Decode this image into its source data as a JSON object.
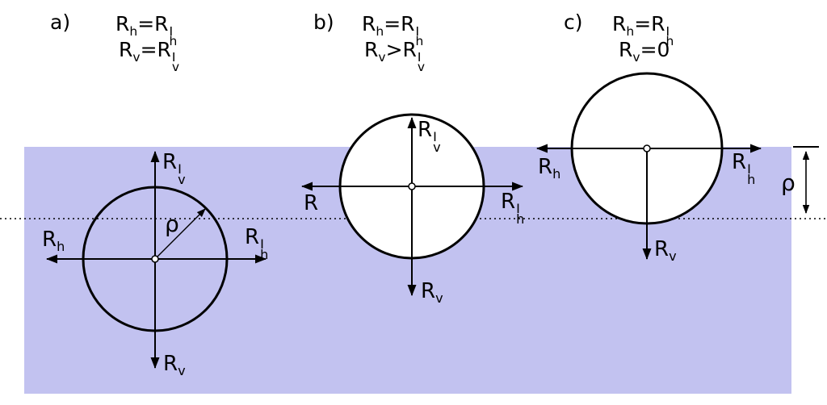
{
  "colors": {
    "medium": "#c2c2f0",
    "circle_fill": "#ffffff",
    "line": "#000000",
    "background": "#ffffff"
  },
  "panels": {
    "a": {
      "title": "a)",
      "formula1": [
        {
          "t": "n",
          "x": "R"
        },
        {
          "t": "sub",
          "x": "h"
        },
        {
          "t": "n",
          "x": "="
        },
        {
          "t": "n",
          "x": "R"
        },
        {
          "t": "stk",
          "a": "I",
          "b": "h"
        }
      ],
      "formula2": [
        {
          "t": "n",
          "x": "R"
        },
        {
          "t": "sub",
          "x": "v"
        },
        {
          "t": "n",
          "x": "="
        },
        {
          "t": "n",
          "x": "R"
        },
        {
          "t": "stk",
          "a": "I",
          "b": "v"
        }
      ],
      "labels": {
        "up": [
          {
            "t": "n",
            "x": "R"
          },
          {
            "t": "stk",
            "a": "I",
            "b": "v"
          }
        ],
        "down": [
          {
            "t": "n",
            "x": "R"
          },
          {
            "t": "sub",
            "x": "v"
          }
        ],
        "left": [
          {
            "t": "n",
            "x": "R"
          },
          {
            "t": "sub",
            "x": "h"
          }
        ],
        "right": [
          {
            "t": "n",
            "x": "R"
          },
          {
            "t": "stk",
            "a": "I",
            "b": "h"
          }
        ],
        "radius": [
          {
            "t": "n",
            "x": "ρ"
          }
        ]
      }
    },
    "b": {
      "title": "b)",
      "formula1": [
        {
          "t": "n",
          "x": "R"
        },
        {
          "t": "sub",
          "x": "h"
        },
        {
          "t": "n",
          "x": "="
        },
        {
          "t": "n",
          "x": "R"
        },
        {
          "t": "stk",
          "a": "I",
          "b": "h"
        }
      ],
      "formula2": [
        {
          "t": "n",
          "x": "R"
        },
        {
          "t": "sub",
          "x": "v"
        },
        {
          "t": "n",
          "x": ">"
        },
        {
          "t": "n",
          "x": "R"
        },
        {
          "t": "stk",
          "a": "I",
          "b": "v"
        }
      ],
      "labels": {
        "up": [
          {
            "t": "n",
            "x": "R"
          },
          {
            "t": "stk",
            "a": "I",
            "b": "v"
          }
        ],
        "down": [
          {
            "t": "n",
            "x": "R"
          },
          {
            "t": "sub",
            "x": "v"
          }
        ],
        "left": [
          {
            "t": "n",
            "x": "R"
          }
        ],
        "right": [
          {
            "t": "n",
            "x": "R"
          },
          {
            "t": "stk",
            "a": "I",
            "b": "h"
          }
        ]
      }
    },
    "c": {
      "title": "c)",
      "formula1": [
        {
          "t": "n",
          "x": "R"
        },
        {
          "t": "sub",
          "x": "h"
        },
        {
          "t": "n",
          "x": "="
        },
        {
          "t": "n",
          "x": "R"
        },
        {
          "t": "stk",
          "a": "I",
          "b": "h"
        }
      ],
      "formula2": [
        {
          "t": "n",
          "x": "R"
        },
        {
          "t": "sub",
          "x": "v"
        },
        {
          "t": "n",
          "x": "=0"
        }
      ],
      "labels": {
        "left": [
          {
            "t": "n",
            "x": "R"
          },
          {
            "t": "sub",
            "x": "h"
          }
        ],
        "right": [
          {
            "t": "n",
            "x": "R"
          },
          {
            "t": "stk",
            "a": "I",
            "b": "h"
          }
        ],
        "down": [
          {
            "t": "n",
            "x": "R"
          },
          {
            "t": "sub",
            "x": "v"
          }
        ]
      }
    }
  },
  "depth_marker": {
    "label": [
      {
        "t": "n",
        "x": "ρ"
      }
    ]
  }
}
